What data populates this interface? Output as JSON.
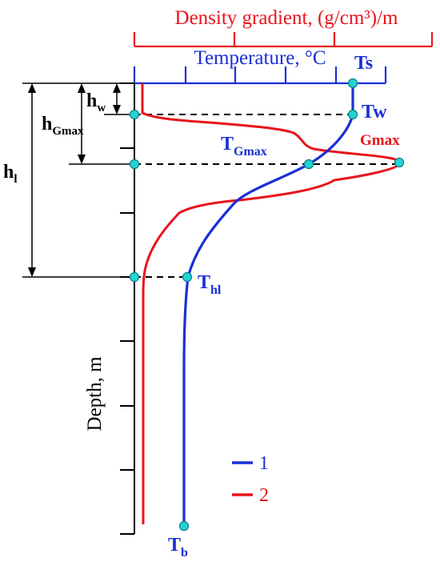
{
  "colors": {
    "density": "#e8141c",
    "temperature": "#1a2fd6",
    "axis": "#000000",
    "marker_fill": "#22d3d0",
    "marker_stroke": "#0f7d8c"
  },
  "axes": {
    "density_title": "Density gradient, (g/cm³)/m",
    "temperature_title": "Temperature, °C",
    "depth_label": "Depth, m"
  },
  "labels": {
    "ts": "Ts",
    "tw": "Tw",
    "tgmax_main": "T",
    "tgmax_sub": "Gmax",
    "gmax": "Gmax",
    "thl_main": "T",
    "thl_sub": "hl",
    "tb_main": "T",
    "tb_sub": "b",
    "hw_main": "h",
    "hw_sub": "w",
    "hg_main": "h",
    "hg_sub": "Gmax",
    "hl_main": "h",
    "hl_sub": "l"
  },
  "legend": {
    "items": [
      {
        "label": "1",
        "series": "temperature"
      },
      {
        "label": "2",
        "series": "density"
      }
    ]
  }
}
